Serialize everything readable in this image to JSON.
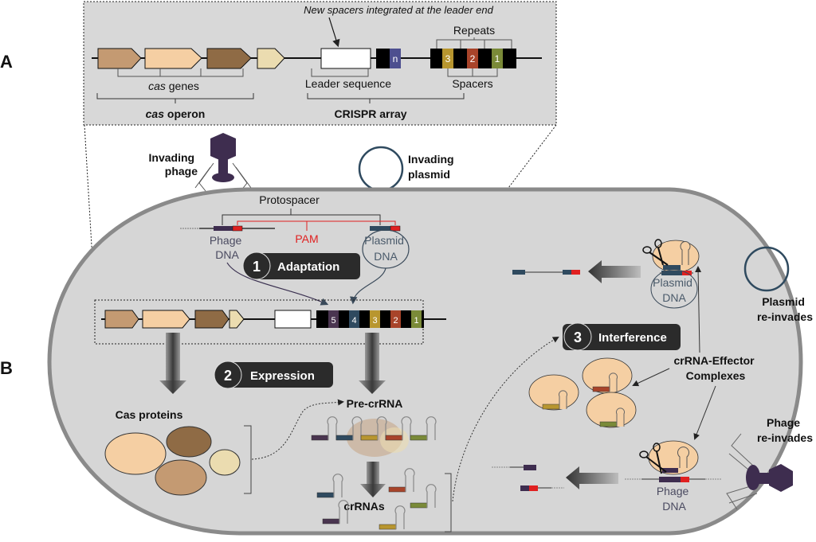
{
  "panel_labels": {
    "a": "A",
    "b": "B"
  },
  "panel_a": {
    "annotation": "New spacers integrated at the leader end",
    "repeats_label": "Repeats",
    "spacers_label": "Spacers",
    "cas_genes_label_italic": "cas",
    "cas_genes_label_rest": " genes",
    "leader_label": "Leader sequence",
    "cas_operon_italic": "cas",
    "cas_operon_rest": " operon",
    "crispr_array_label": "CRISPR array",
    "new_spacer": "n",
    "spacers": [
      "3",
      "2",
      "1"
    ],
    "gene_colors": [
      "#c49a72",
      "#f5cfa3",
      "#8f6b45",
      "#ebdcb0"
    ],
    "spacer_colors": {
      "n": "#4d4f8f",
      "3": "#b8962f",
      "2": "#a8442a",
      "1": "#7a8a38"
    }
  },
  "invaders": {
    "phage_label": [
      "Invading",
      "phage"
    ],
    "plasmid_label": [
      "Invading",
      "plasmid"
    ]
  },
  "panel_b": {
    "protospacer_label": "Protospacer",
    "pam_label": "PAM",
    "phage_dna_label": [
      "Phage",
      "DNA"
    ],
    "plasmid_dna_label": [
      "Plasmid",
      "DNA"
    ],
    "steps": [
      {
        "num": "1",
        "label": "Adaptation"
      },
      {
        "num": "2",
        "label": "Expression"
      },
      {
        "num": "3",
        "label": "Interference"
      }
    ],
    "array_spacers": [
      "5",
      "4",
      "3",
      "2",
      "1"
    ],
    "array_spacer_colors": [
      "#4a3550",
      "#2f4a5f",
      "#b8962f",
      "#a8442a",
      "#7a8a38"
    ],
    "cas_proteins_label": "Cas proteins",
    "pre_crrna_label": "Pre-crRNA",
    "crrnas_label": "crRNAs",
    "effector_label": [
      "crRNA-Effector",
      "Complexes"
    ],
    "plasmid_reinvades": [
      "Plasmid",
      "re-invades"
    ],
    "phage_reinvades": [
      "Phage",
      "re-invades"
    ],
    "target_plasmid_dna": [
      "Plasmid",
      "DNA"
    ],
    "target_phage_dna": [
      "Phage",
      "DNA"
    ],
    "pam_color": "#e02020",
    "cell_fill": "#d6d6d6"
  }
}
